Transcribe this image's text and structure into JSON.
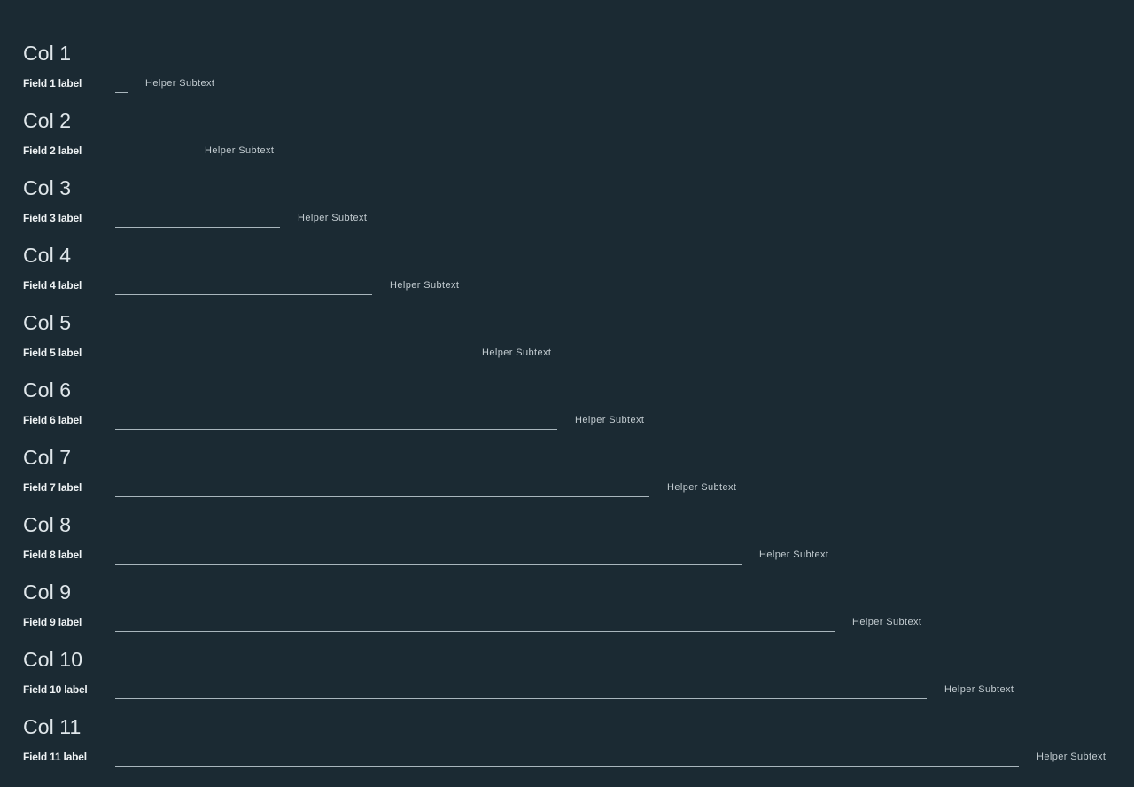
{
  "helper_text": "Helper Subtext",
  "groups": [
    {
      "heading": "Col 1",
      "label": "Field 1 label",
      "value": "",
      "helper": "Helper Subtext"
    },
    {
      "heading": "Col 2",
      "label": "Field 2 label",
      "value": "",
      "helper": "Helper Subtext"
    },
    {
      "heading": "Col 3",
      "label": "Field 3 label",
      "value": "",
      "helper": "Helper Subtext"
    },
    {
      "heading": "Col 4",
      "label": "Field 4 label",
      "value": "",
      "helper": "Helper Subtext"
    },
    {
      "heading": "Col 5",
      "label": "Field 5 label",
      "value": "",
      "helper": "Helper Subtext"
    },
    {
      "heading": "Col 6",
      "label": "Field 6 label",
      "value": "",
      "helper": "Helper Subtext"
    },
    {
      "heading": "Col 7",
      "label": "Field 7 label",
      "value": "",
      "helper": "Helper Subtext"
    },
    {
      "heading": "Col 8",
      "label": "Field 8 label",
      "value": "",
      "helper": "Helper Subtext"
    },
    {
      "heading": "Col 9",
      "label": "Field 9 label",
      "value": "",
      "helper": "Helper Subtext"
    },
    {
      "heading": "Col 10",
      "label": "Field 10 label",
      "value": "",
      "helper": "Helper Subtext"
    },
    {
      "heading": "Col 11",
      "label": "Field 11 label",
      "value": "",
      "helper": "Helper Subtext"
    }
  ],
  "colors": {
    "background": "#1b2a33",
    "heading": "#dfe6ea",
    "label": "#eef2f4",
    "helper": "#c3ccd1",
    "input_underline": "#a9b6bd"
  }
}
